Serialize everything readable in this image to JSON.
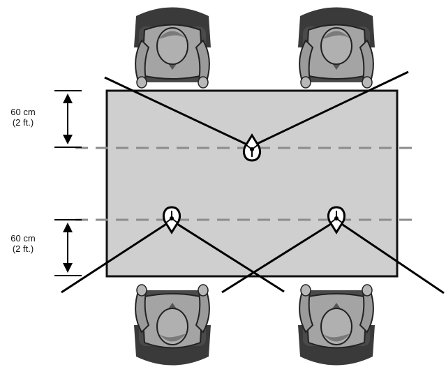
{
  "diagram": {
    "dimension_top": {
      "value": "60 cm",
      "alt": "(2 ft.)"
    },
    "dimension_bottom": {
      "value": "60 cm",
      "alt": "(2 ft.)"
    },
    "colors": {
      "table_fill": "#cfcfcf",
      "table_stroke": "#111111",
      "person_fill": "#9a9a9a",
      "person_dark": "#5a5a5a",
      "chair_fill": "#3a3a3a",
      "dashed_line": "#8c8c8c"
    },
    "icons": [
      "person-seated-icon",
      "microphone-icon",
      "dimension-arrow-icon"
    ],
    "microphone_count": 3,
    "participant_count": 4
  }
}
